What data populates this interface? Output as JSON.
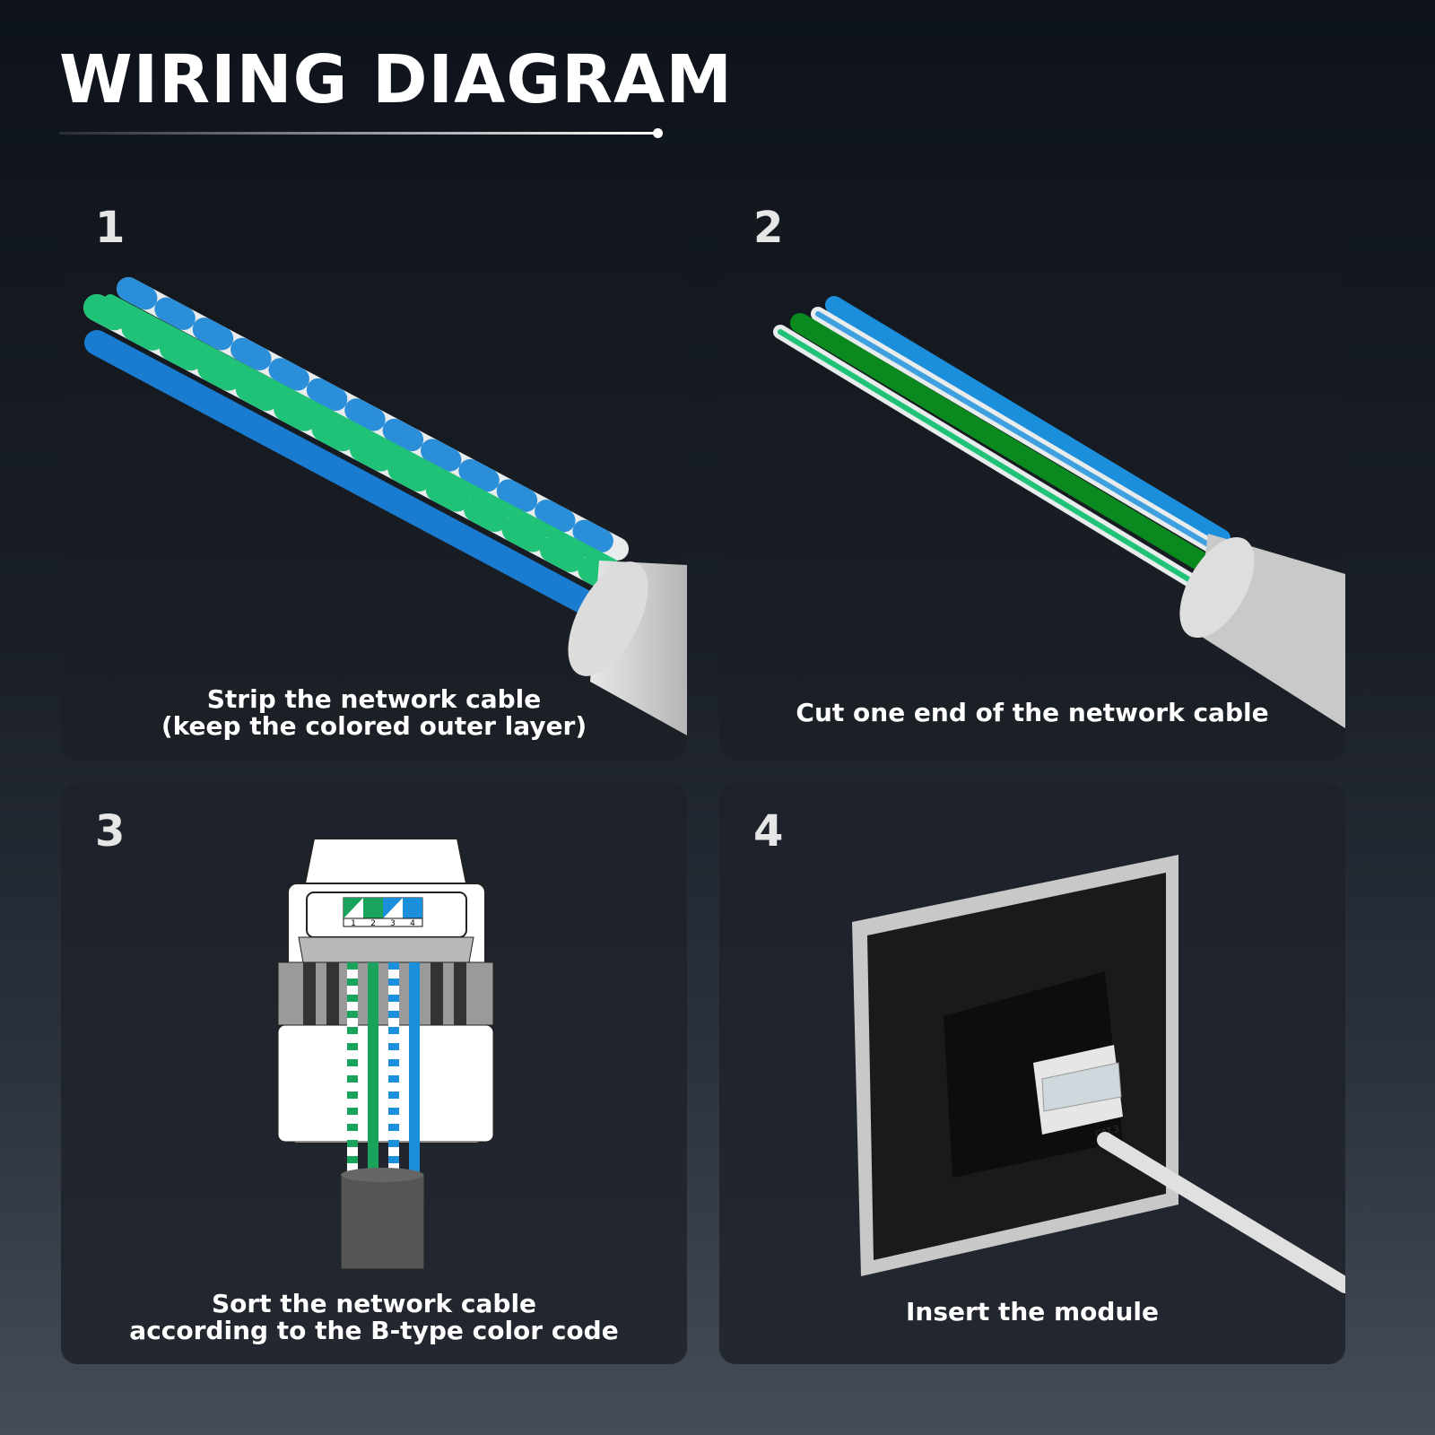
{
  "title": "WIRING DIAGRAM",
  "steps": [
    {
      "number": "1",
      "caption_line1": "Strip the network cable",
      "caption_line2": "(keep the colored outer layer)"
    },
    {
      "number": "2",
      "caption_line1": "Cut one end of the network cable"
    },
    {
      "number": "3",
      "caption_line1": "Sort the network cable",
      "caption_line2": "according to the B-type color code"
    },
    {
      "number": "4",
      "caption_line1": "Insert the module"
    }
  ],
  "color_code_labels": [
    "1",
    "2",
    "3",
    "4"
  ],
  "module_label": "CAT.3",
  "colors": {
    "green": "#1fbf6a",
    "dark_green": "#0a8a1e",
    "blue": "#1b8fdc",
    "jacket": "#d9d9d9"
  }
}
